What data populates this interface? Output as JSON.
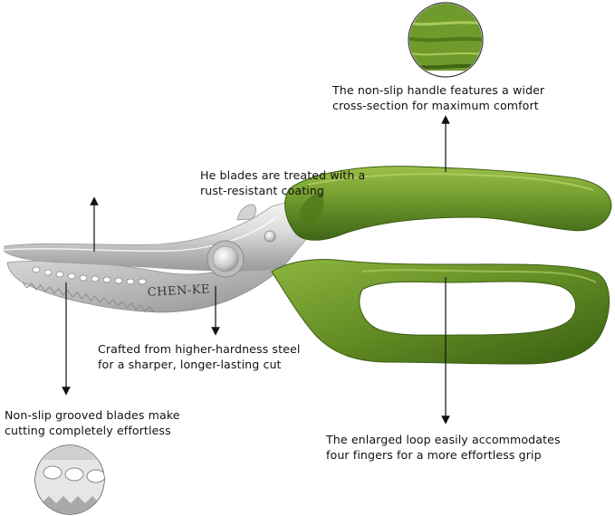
{
  "product": {
    "brand_engraving": "CHEN-KE"
  },
  "callouts": {
    "blades_coating": "He blades are treated with a\nrust-resistant coating",
    "steel": "Crafted from higher-hardness steel\n for a sharper, longer-lasting cut",
    "grooved": "Non-slip grooved blades make\ncutting completely effortless",
    "handle": "The non-slip handle features a wider\ncross-section for maximum comfort",
    "loop": "The enlarged loop easily accommodates\nfour fingers for a more effortless grip"
  },
  "icons": {
    "scissors": "kitchen-scissors-icon",
    "handle_detail": "handle-texture-detail-icon",
    "blade_detail": "grooved-blade-detail-icon"
  },
  "colors": {
    "handle_green": "#6f9a2c",
    "handle_dark": "#3f6416",
    "steel_light": "#e9e9e9",
    "steel_mid": "#bdbdbd",
    "background": "#ffffff"
  }
}
